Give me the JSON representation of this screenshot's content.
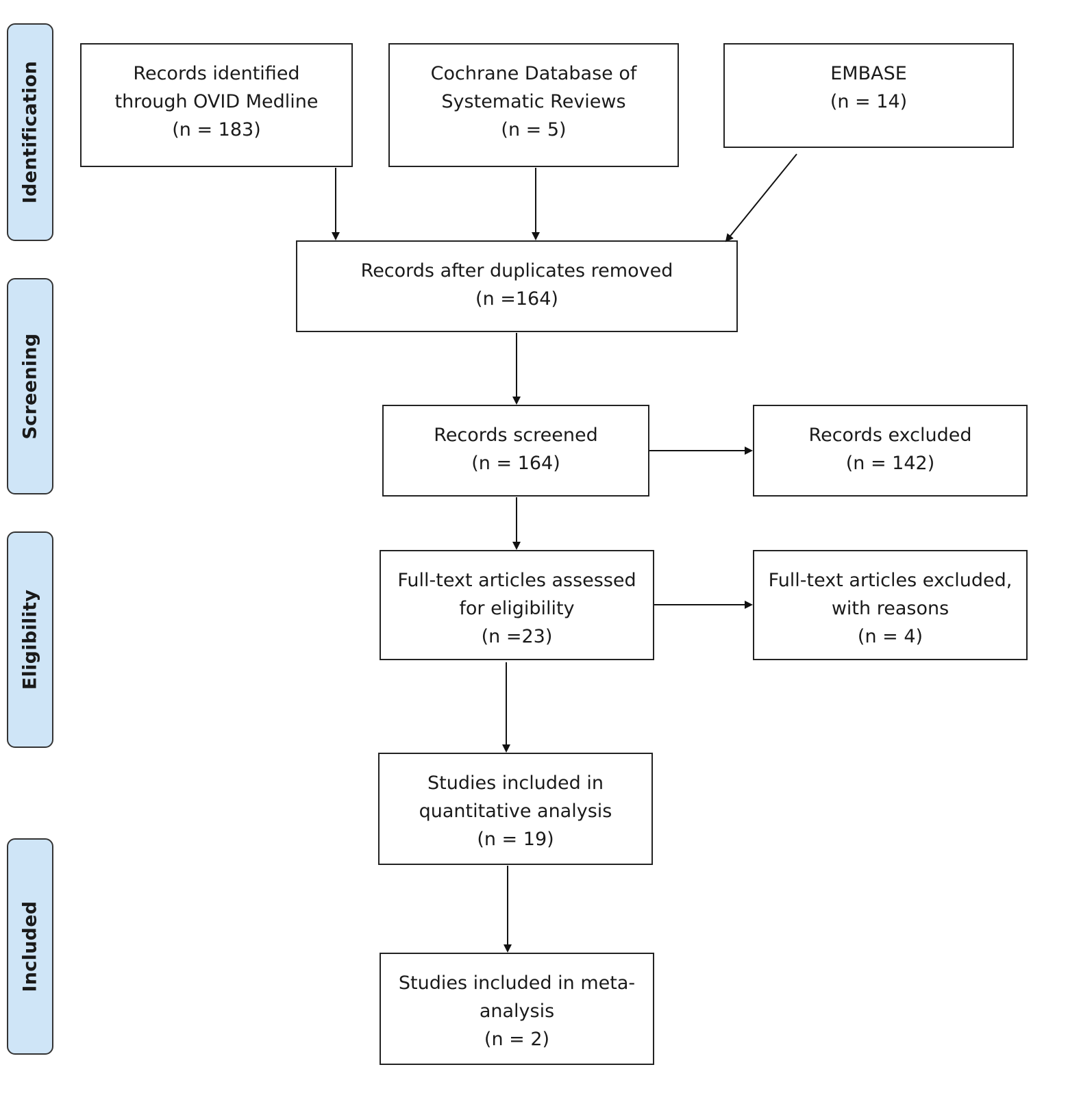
{
  "phases": {
    "identification": "Identification",
    "screening": "Screening",
    "eligibility": "Eligibility",
    "included": "Included"
  },
  "boxes": {
    "ovid": {
      "lines": [
        "Records identified",
        "through OVID Medline",
        "(n = 183)"
      ]
    },
    "cochrane": {
      "lines": [
        "Cochrane Database of",
        "Systematic Reviews",
        "(n = 5)"
      ]
    },
    "embase": {
      "lines": [
        "EMBASE",
        "(n = 14)"
      ]
    },
    "duplicates": {
      "lines": [
        "Records after duplicates removed",
        "(n =164)"
      ]
    },
    "screened": {
      "lines": [
        "Records screened",
        "(n = 164)"
      ]
    },
    "excluded": {
      "lines": [
        "Records excluded",
        "(n = 142)"
      ]
    },
    "fulltext": {
      "lines": [
        "Full-text articles assessed",
        "for eligibility",
        "(n =23)"
      ]
    },
    "fulltext_excluded": {
      "lines": [
        "Full-text articles excluded,",
        "with reasons",
        "(n = 4)"
      ]
    },
    "quantitative": {
      "lines": [
        "Studies included in",
        "quantitative analysis",
        "(n = 19)"
      ]
    },
    "meta": {
      "lines": [
        "Studies included in meta-",
        "analysis",
        "(n = 2)"
      ]
    }
  }
}
